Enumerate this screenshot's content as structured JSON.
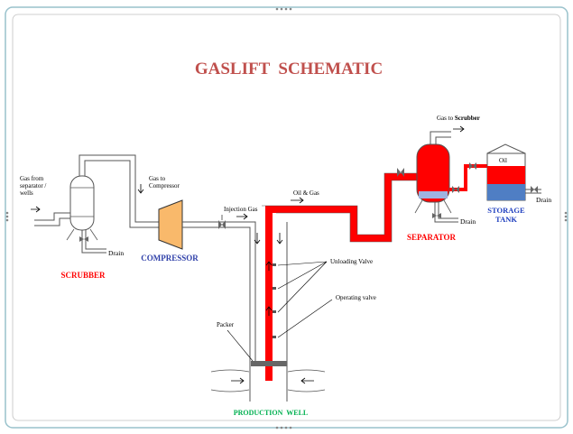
{
  "title": "GASLIFT  SCHEMATIC",
  "labels": {
    "gas_from_line1": "Gas from",
    "gas_from_line2": "separator /",
    "gas_from_line3": "wells",
    "gas_to_compressor_line1": "Gas to",
    "gas_to_compressor_line2": "Compressor",
    "injection_gas": "Injection Gas",
    "oil_gas": "Oil & Gas",
    "gas_to_scrubber_prefix": "Gas to ",
    "gas_to_scrubber_bold": "Scrubber",
    "oil": "Oil",
    "drain_scrubber": "Drain",
    "drain_separator": "Drain",
    "drain_tank": "Drain",
    "unloading_valve": "Unloading Valve",
    "operating_valve": "Operating valve",
    "packer": "Packer"
  },
  "components": {
    "scrubber": "SCRUBBER",
    "compressor": "COMPRESSOR",
    "separator": "SEPARATOR",
    "storage_tank_line1": "STORAGE",
    "storage_tank_line2": "TANK",
    "production_well": "PRODUCTION  WELL"
  },
  "colors": {
    "title": "#c0504d",
    "red_component": "#ff0000",
    "compressor_label": "#2e3fa8",
    "storage_label": "#1f3fbf",
    "well_label": "#00b050",
    "compressor_fill": "#f9b96b",
    "tank_oil": "#ff0000",
    "tank_water": "#4f7ec4",
    "frame_border": "#99c2cc"
  }
}
